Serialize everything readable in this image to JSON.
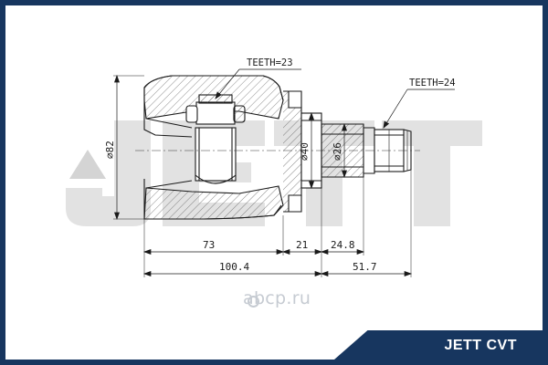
{
  "brand": {
    "logo_text": "JETT",
    "logo_color": "#17365f",
    "footer_label": "JETT CVT",
    "footer_color": "#17365f"
  },
  "watermark": {
    "text": "abcp.ru",
    "color": "#c6cbd2"
  },
  "annotations": {
    "teeth_left": "TEETH=23",
    "teeth_right": "TEETH=24"
  },
  "dimensions": {
    "dia_outer": "⌀82",
    "dia_hub": "⌀40",
    "dia_shaft": "⌀26",
    "len_body": "73",
    "len_hub": "21",
    "len_spline": "24.8",
    "len_total_body": "100.4",
    "len_total_shaft": "51.7"
  }
}
